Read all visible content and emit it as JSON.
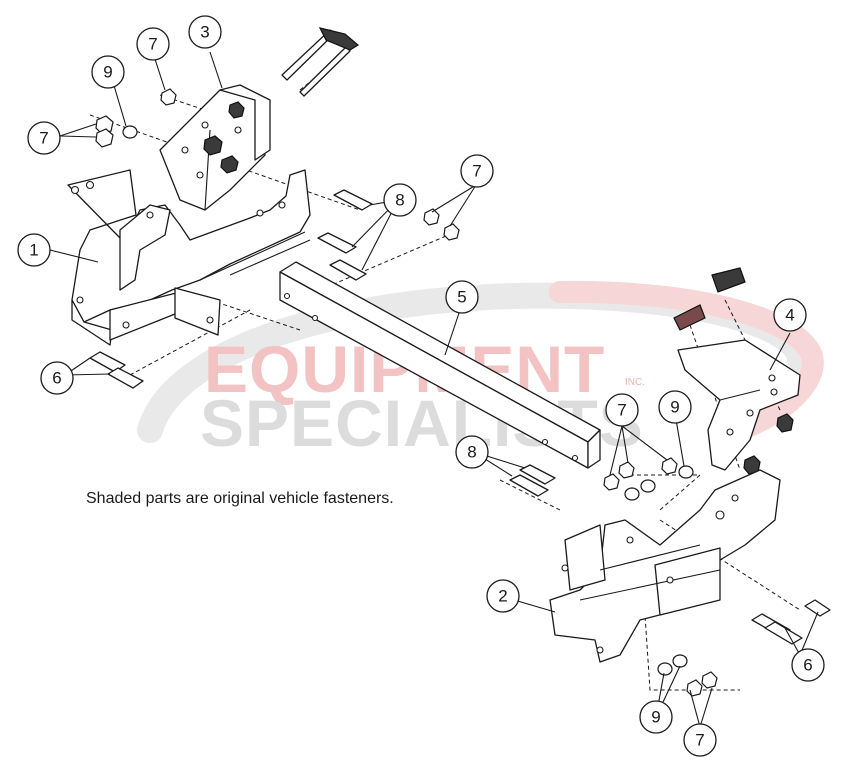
{
  "watermark": {
    "line1": "EQUIPMENT",
    "line2": "SPECIALISTS",
    "inc": "INC."
  },
  "note": "Shaded parts are original vehicle fasteners.",
  "callouts": {
    "c1": "1",
    "c2": "2",
    "c3": "3",
    "c4": "4",
    "c5": "5",
    "c6a": "6",
    "c6b": "6",
    "c7a": "7",
    "c7b": "7",
    "c7c": "7",
    "c7d": "7",
    "c7e": "7",
    "c8a": "8",
    "c8b": "8",
    "c9a": "9",
    "c9b": "9",
    "c9c": "9"
  },
  "colors": {
    "watermark_red": "#f3c2c2",
    "watermark_gray": "#dcdcdc",
    "line": "#1a1a1a"
  }
}
